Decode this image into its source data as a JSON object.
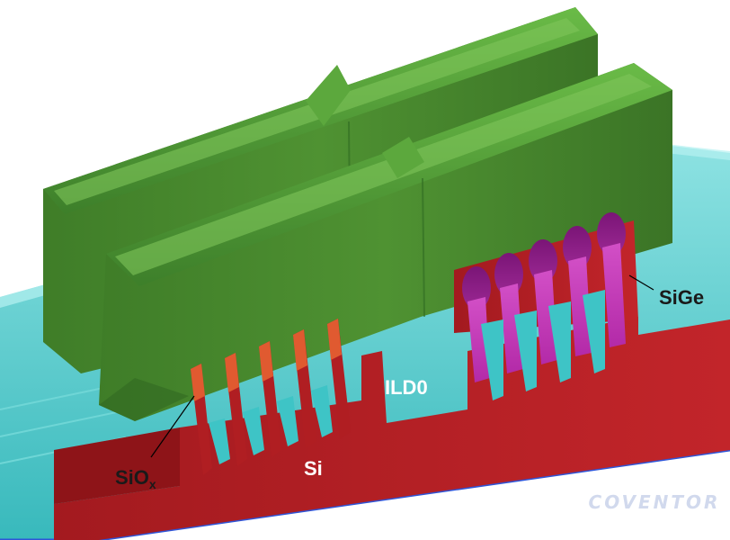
{
  "labels": {
    "sige": "SiGe",
    "ild0": "ILD0",
    "si": "Si",
    "siox_main": "SiO",
    "siox_sub": "x"
  },
  "logo": {
    "text": "COVENTOR"
  },
  "colors": {
    "gate": "#4a8a30",
    "gate_top": "#5aa63a",
    "gate_shadow": "#2e6420",
    "ild": "#3ec4c6",
    "ild_light": "#8fe6e6",
    "substrate": "#b01e22",
    "substrate_light": "#d02a2c",
    "si_fin_top": "#e05a30",
    "sige": "#8a1f86",
    "sige_light": "#c63aba",
    "plane_edge": "#2e55d8"
  }
}
